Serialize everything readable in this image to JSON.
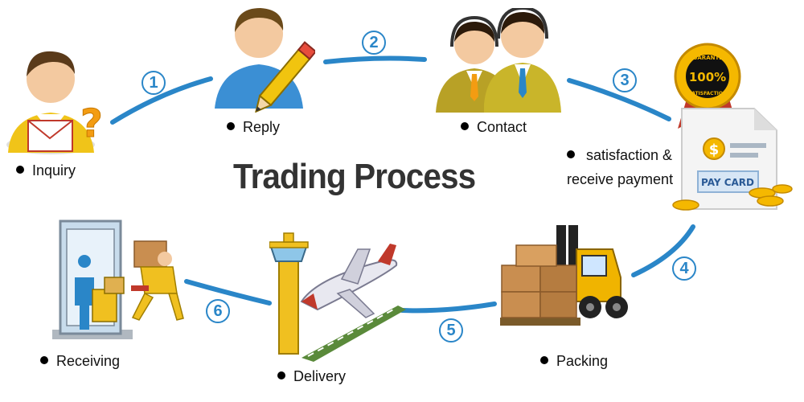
{
  "title": "Trading Process",
  "steps": [
    {
      "number": "1",
      "label": "Inquiry"
    },
    {
      "number": "2",
      "label": "Reply"
    },
    {
      "number": "",
      "label": "Contact"
    },
    {
      "number": "3",
      "label_line1": "satisfaction &",
      "label_line2": "receive payment"
    },
    {
      "number": "4",
      "label": "Packing"
    },
    {
      "number": "5",
      "label": "Delivery"
    },
    {
      "number": "6",
      "label": "Receiving"
    }
  ],
  "badge": {
    "top": "GUARANTEE",
    "center": "100%",
    "bottom": "SATISFACTION"
  },
  "pay_card": {
    "currency_symbol": "$",
    "text": "PAY CARD"
  },
  "colors": {
    "connector": "#2a86c8",
    "title": "#333333",
    "bullet": "#000000"
  }
}
